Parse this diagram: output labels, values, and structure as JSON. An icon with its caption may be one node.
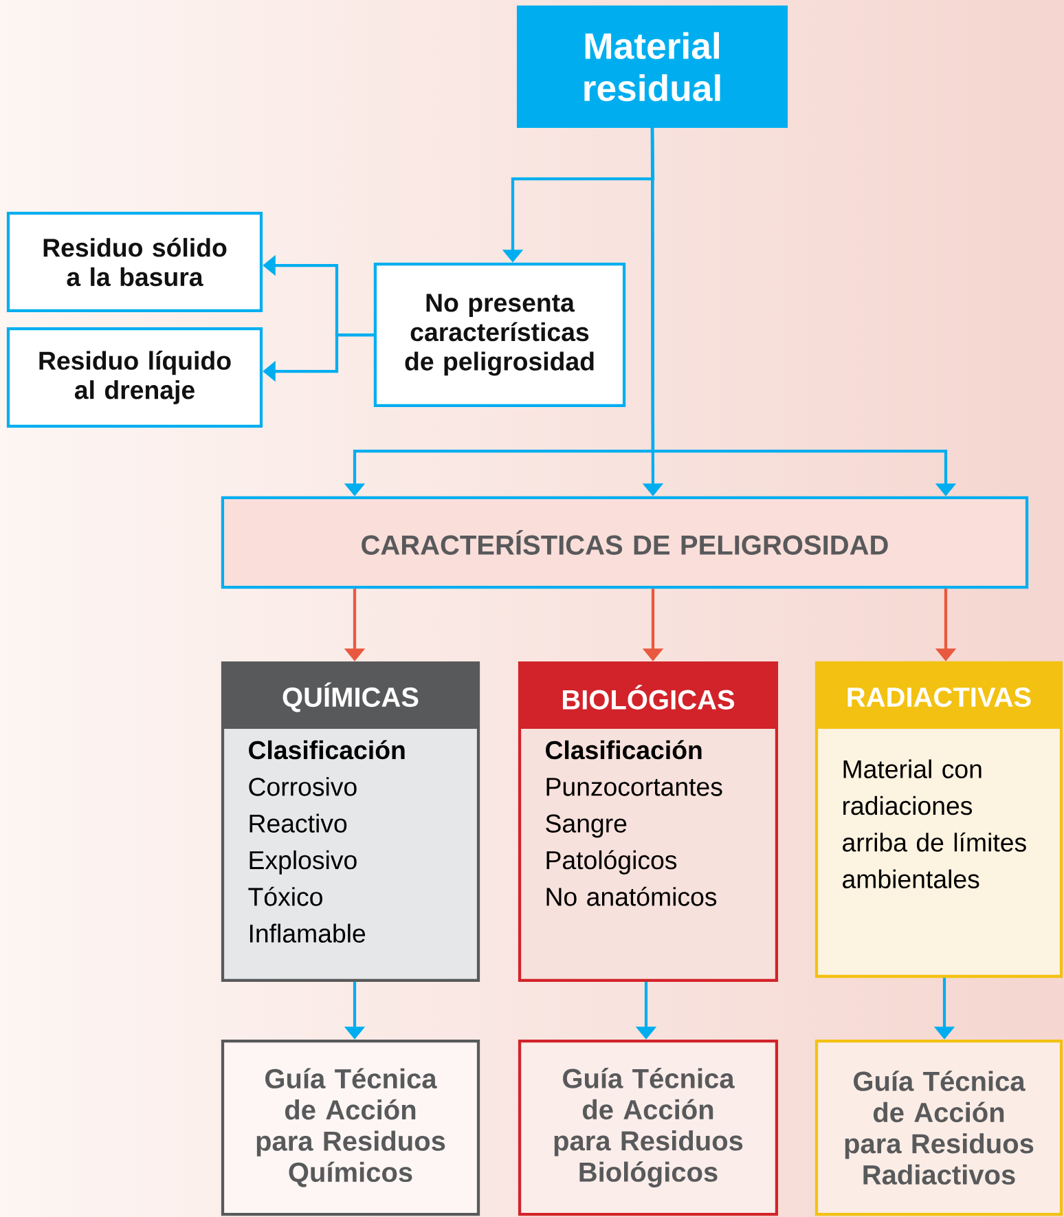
{
  "diagram": {
    "nodes": [
      {
        "text": [
          "Material residual"
        ]
      },
      {
        "text": [
          "Residuo sólido a la basura"
        ]
      },
      {
        "text": [
          "Residuo líquido al drenaje"
        ]
      },
      {
        "text": [
          "No presenta características de peligrosidad"
        ]
      },
      {
        "text": [
          "CARACTERÍSTICAS DE PELIGROSIDAD"
        ]
      },
      {
        "text": [
          "QUÍMICAS",
          "Clasificación",
          "Corrosivo",
          "Reactivo",
          "Explosivo",
          "Tóxico",
          "Inflamable"
        ]
      },
      {
        "text": [
          "BIOLÓGICAS",
          "Clasificación",
          "Punzocortantes",
          "Sangre",
          "Patológicos",
          "No anatómicos"
        ]
      },
      {
        "text": [
          "RADIACTIVAS",
          "Material con radiaciones arriba de límites ambientales"
        ]
      },
      {
        "text": [
          "Guía Técnica de Acción para Residuos Químicos"
        ]
      },
      {
        "text": [
          "Guía Técnica de Acción para Residuos Biológicos"
        ]
      },
      {
        "text": [
          "Guía Técnica de Acción para Residuos Radiactivos"
        ]
      }
    ],
    "edges": [
      {
        "from": 0,
        "to": 3,
        "arrow": "to"
      },
      {
        "from": 3,
        "to": 1,
        "arrow": "to"
      },
      {
        "from": 3,
        "to": 2,
        "arrow": "to"
      },
      {
        "from": 0,
        "to": 4,
        "arrow": "to"
      },
      {
        "from": 0,
        "to": 4,
        "arrow": "to"
      },
      {
        "from": 0,
        "to": 4,
        "arrow": "to"
      },
      {
        "from": 4,
        "to": 5,
        "arrow": "to",
        "color": "#e8593f"
      },
      {
        "from": 4,
        "to": 6,
        "arrow": "to",
        "color": "#e8593f"
      },
      {
        "from": 4,
        "to": 7,
        "arrow": "to",
        "color": "#e8593f"
      },
      {
        "from": 5,
        "to": 8,
        "arrow": "to"
      },
      {
        "from": 6,
        "to": 9,
        "arrow": "to"
      },
      {
        "from": 7,
        "to": 10,
        "arrow": "to"
      }
    ]
  }
}
